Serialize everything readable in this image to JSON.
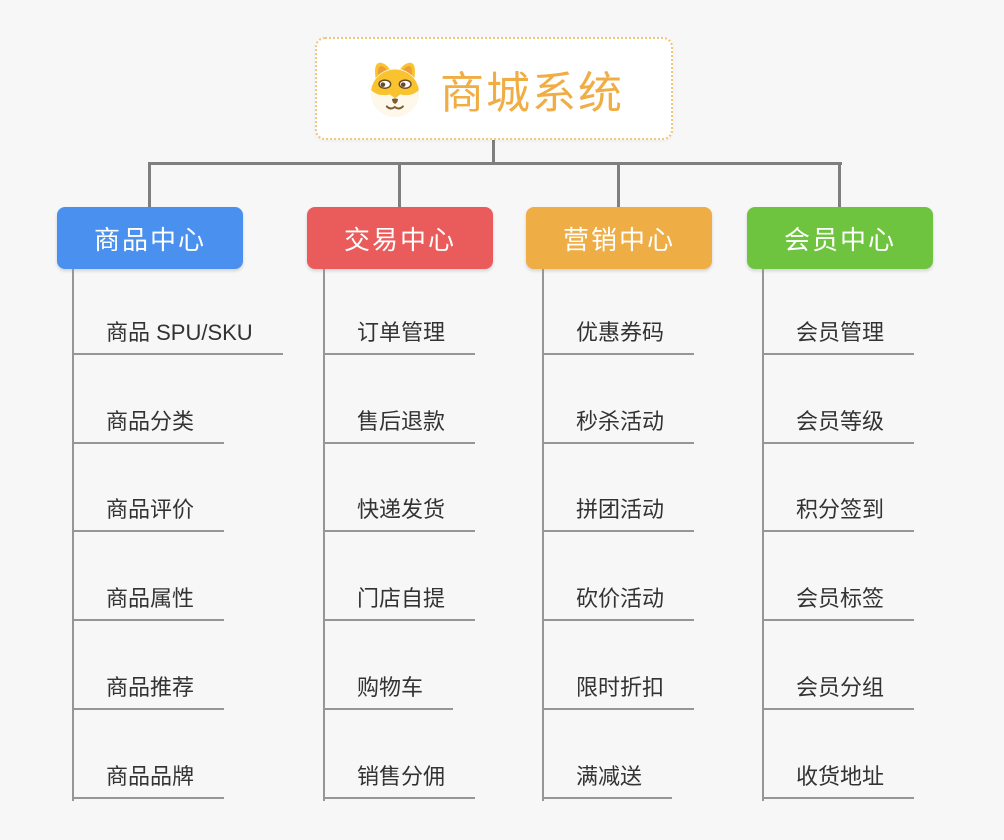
{
  "root": {
    "title": "商城系统",
    "icon": "dog-face-icon",
    "title_color": "#f0ad43",
    "border_color": "#f2c47c"
  },
  "branches": [
    {
      "label": "商品中心",
      "color": "#4a90ee",
      "children": [
        "商品 SPU/SKU",
        "商品分类",
        "商品评价",
        "商品属性",
        "商品推荐",
        "商品品牌"
      ]
    },
    {
      "label": "交易中心",
      "color": "#e95c5b",
      "children": [
        "订单管理",
        "售后退款",
        "快递发货",
        "门店自提",
        "购物车",
        "销售分佣"
      ]
    },
    {
      "label": "营销中心",
      "color": "#eead45",
      "children": [
        "优惠券码",
        "秒杀活动",
        "拼团活动",
        "砍价活动",
        "限时折扣",
        "满减送"
      ]
    },
    {
      "label": "会员中心",
      "color": "#6ec43e",
      "children": [
        "会员管理",
        "会员等级",
        "积分签到",
        "会员标签",
        "会员分组",
        "收货地址"
      ]
    }
  ],
  "lines": {
    "connector_color": "#7f7f7f",
    "underline_color": "#969696"
  }
}
